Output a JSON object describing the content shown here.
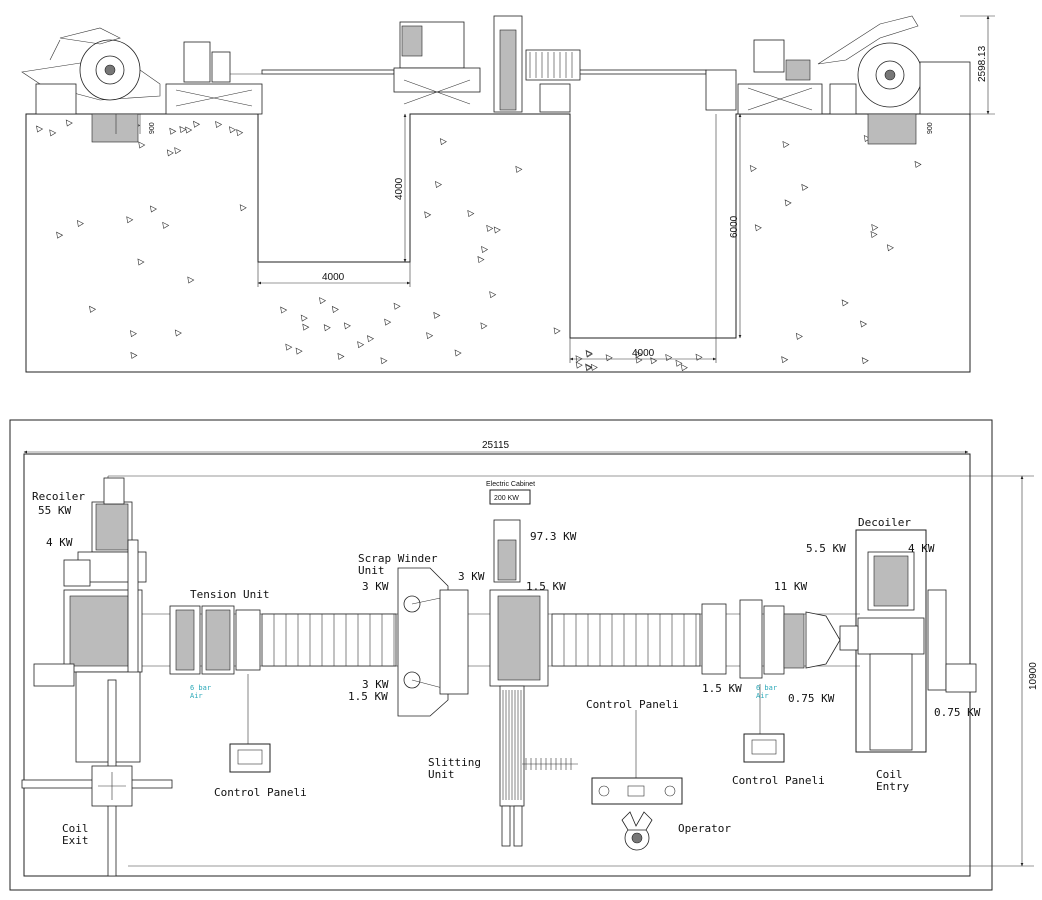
{
  "elevation": {
    "dims": {
      "height_total": "2598.13",
      "decoiler_pit": "900",
      "recoiler_pit": "900",
      "loop1_depth": "4000",
      "loop1_width": "4000",
      "loop2_depth": "6000",
      "loop2_width": "4000"
    }
  },
  "plan": {
    "overall_length": "25115",
    "overall_width": "10900",
    "electric_cabinet": {
      "title": "Electric Cabinet",
      "power": "200 KW"
    },
    "labels": {
      "recoiler_title": "Recoiler",
      "recoiler_power": "55 KW",
      "recoiler_aux": "4 KW",
      "tension_unit": "Tension Unit",
      "scrap_winder_line1": "Scrap Winder",
      "scrap_winder_line2": "Unit",
      "scrap_top_left": "3 KW",
      "scrap_top_right": "3 KW",
      "scrap_bottom_a": "3 KW",
      "scrap_bottom_b": "1.5 KW",
      "slitter_main": "97.3 KW",
      "slitter_aux": "1.5 KW",
      "slitting_line1": "Slitting",
      "slitting_line2": "Unit",
      "entry_11": "11 KW",
      "entry_1_5": "1.5 KW",
      "entry_0_75": "0.75 KW",
      "decoiler_title": "Decoiler",
      "decoiler_left": "5.5 KW",
      "decoiler_right": "4 KW",
      "decoiler_car": "0.75 KW",
      "control_panel_left": "Control Paneli",
      "control_panel_mid": "Control Paneli",
      "control_panel_right": "Control Paneli",
      "operator": "Operator",
      "coil_exit_line1": "Coil",
      "coil_exit_line2": "Exit",
      "coil_entry_line1": "Coil",
      "coil_entry_line2": "Entry",
      "air_left_1": "6 bar",
      "air_left_2": "Air",
      "air_right_1": "6 bar",
      "air_right_2": "Air"
    }
  }
}
